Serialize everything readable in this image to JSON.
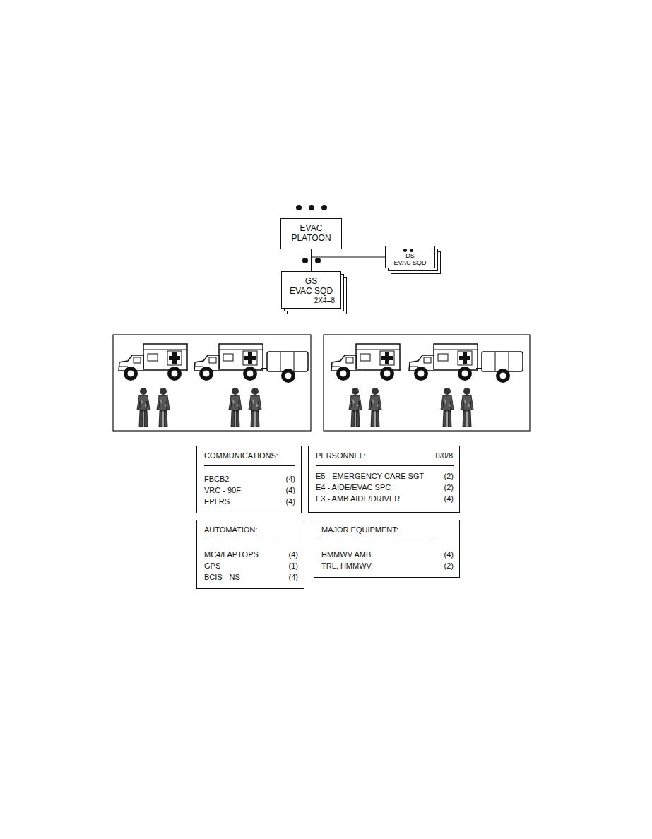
{
  "diagram": {
    "nodes": [
      {
        "text": [
          "EVAC PLATOON"
        ]
      },
      {
        "text": [
          "DS",
          "EVAC SQD"
        ]
      },
      {
        "text": [
          "GS",
          "EVAC SQD",
          "2X4=8"
        ]
      },
      {
        "text": [
          "COMMUNICATIONS:",
          "FBCB2",
          "(4)",
          "VRC - 90F",
          "(4)",
          "EPLRS",
          "(4)"
        ]
      },
      {
        "text": [
          "PERSONNEL:",
          "0/0/8",
          "E5 - EMERGENCY CARE SGT",
          "(2)",
          "E4 - AIDE/EVAC SPC",
          "(2)",
          "E3 - AMB AIDE/DRIVER",
          "(4)"
        ]
      },
      {
        "text": [
          "AUTOMATION:",
          "MC4/LAPTOPS",
          "(4)",
          "GPS",
          "(1)",
          "BCIS - NS",
          "(4)"
        ]
      },
      {
        "text": [
          "MAJOR EQUIPMENT:",
          "HMMWV AMB",
          "(4)",
          "TRL, HMMWV",
          "(2)"
        ]
      }
    ],
    "edges": [
      {
        "from": 0,
        "to": 2,
        "arrow": "none"
      },
      {
        "from": 0,
        "to": 1,
        "arrow": "none"
      }
    ]
  }
}
